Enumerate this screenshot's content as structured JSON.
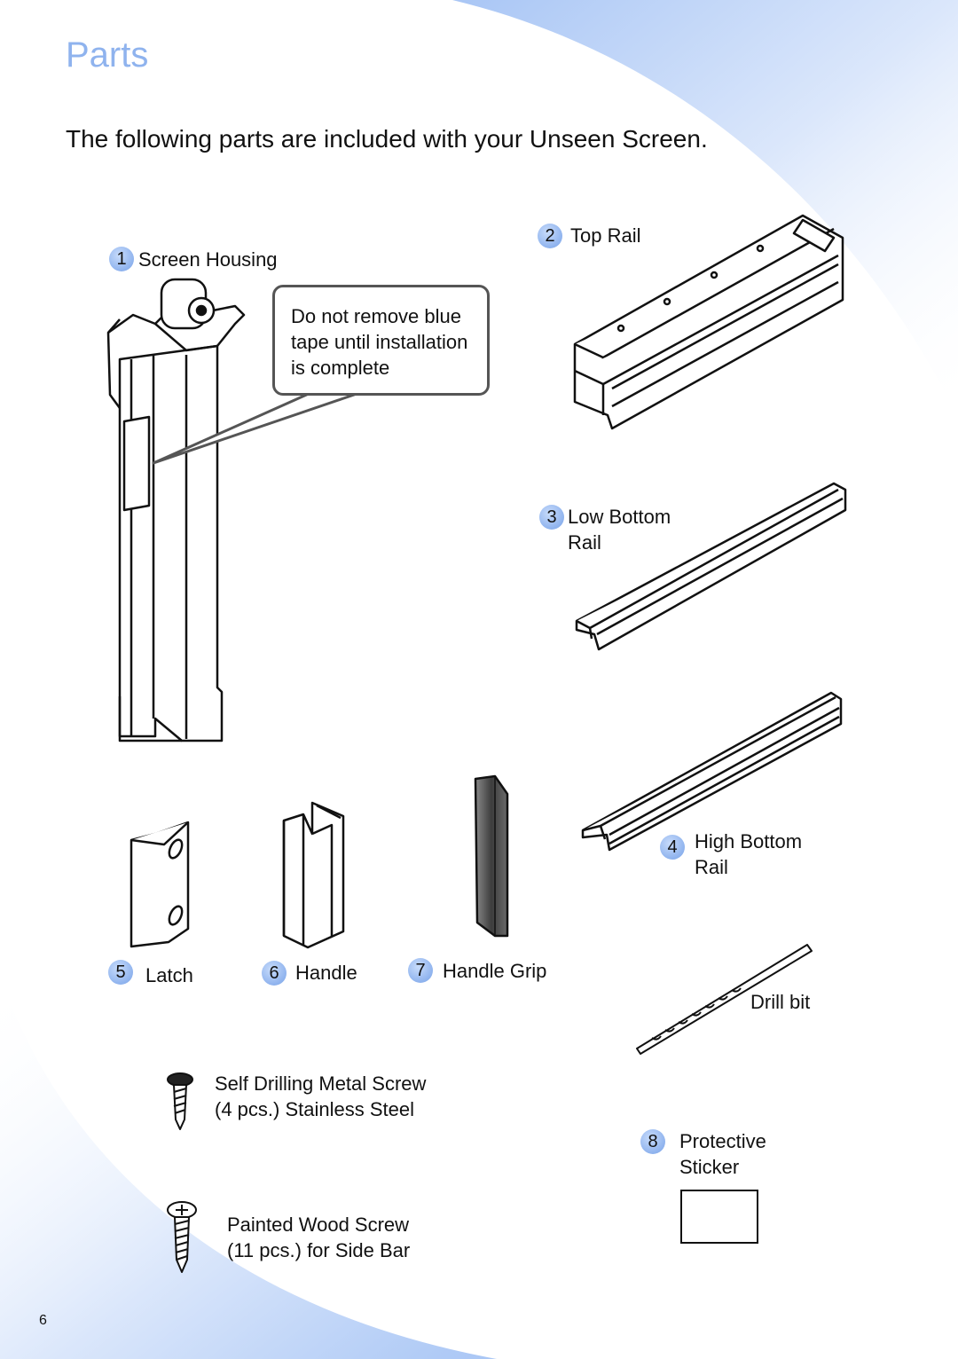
{
  "page": {
    "title": "Parts",
    "intro": "The following parts are included with your Unseen Screen.",
    "page_number": "6",
    "accent_color": "#8fb3ee"
  },
  "callout": {
    "line1": "Do not remove blue",
    "line2": "tape until installation",
    "line3": "is complete"
  },
  "parts": [
    {
      "number": "1",
      "label": "Screen Housing"
    },
    {
      "number": "2",
      "label": "Top Rail"
    },
    {
      "number": "3",
      "label_line1": "Low Bottom",
      "label_line2": "Rail"
    },
    {
      "number": "4",
      "label_line1": "High Bottom",
      "label_line2": "Rail"
    },
    {
      "number": "5",
      "label": "Latch"
    },
    {
      "number": "6",
      "label": "Handle"
    },
    {
      "number": "7",
      "label": "Handle Grip"
    },
    {
      "number": "8",
      "label_line1": "Protective",
      "label_line2": "Sticker"
    }
  ],
  "extras": {
    "drill_bit": "Drill bit",
    "metal_screw_line1": "Self Drilling Metal Screw",
    "metal_screw_line2": "(4 pcs.) Stainless Steel",
    "wood_screw_line1": "Painted Wood Screw",
    "wood_screw_line2": "(11 pcs.) for Side Bar"
  }
}
